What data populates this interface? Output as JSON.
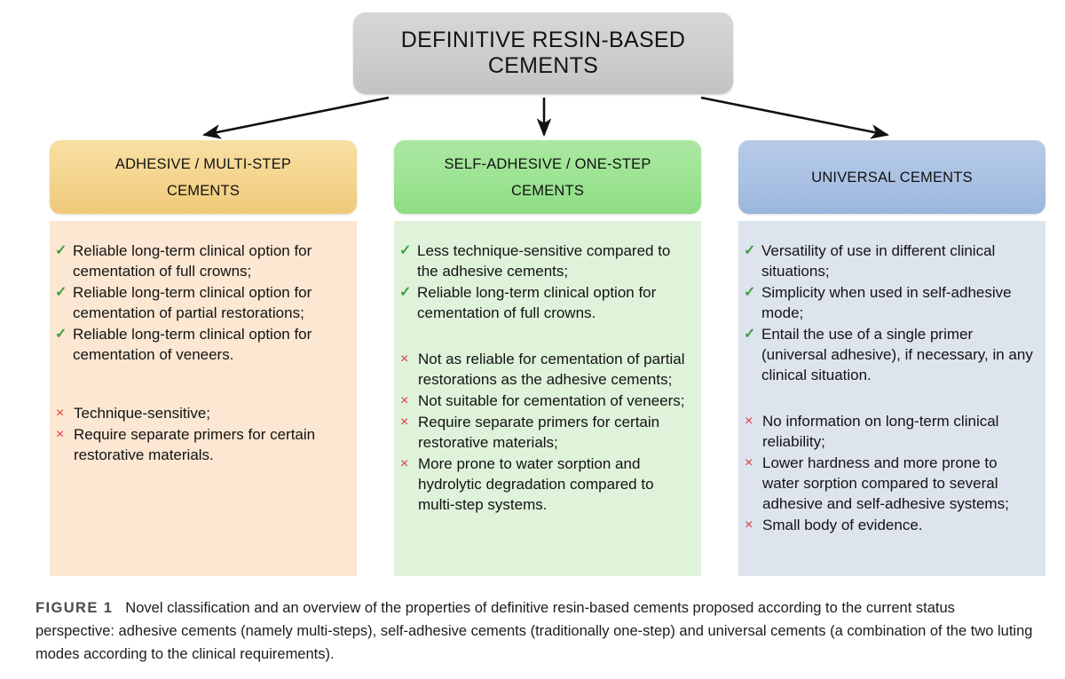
{
  "figure": {
    "title": "DEFINITIVE RESIN-BASED CEMENTS",
    "caption_label": "FIGURE 1",
    "caption_text": "Novel classification and an overview of the properties of definitive resin-based cements proposed according to the current status perspective: adhesive cements (namely multi-steps), self-adhesive cements (traditionally one-step) and universal cements (a combination of the two luting modes according to the clinical requirements)."
  },
  "marks": {
    "check": "✓",
    "cross": "×"
  },
  "colors": {
    "title_box": "#cfcfcf",
    "orange_header": "#f4d58d",
    "orange_body": "#fbe7d2",
    "green_header": "#9ce392",
    "green_body": "#dff3da",
    "blue_header": "#aac1e3",
    "blue_body": "#dde4ee",
    "check_green": "#3f9e42",
    "cross_red": "#e03a3a",
    "arrow": "#111111"
  },
  "columns": [
    {
      "id": "adhesive-multi-step-cements",
      "header": "ADHESIVE / MULTI-STEP\nCEMENTS",
      "pros": [
        "Reliable long-term clinical option for cementation of full crowns;",
        "Reliable long-term clinical option for cementation of partial restorations;",
        "Reliable long-term clinical option for cementation of veneers."
      ],
      "cons": [
        "Technique-sensitive;",
        "Require separate primers for certain restorative materials."
      ]
    },
    {
      "id": "self-adhesive-one-step-cements",
      "header": "SELF-ADHESIVE / ONE-STEP\nCEMENTS",
      "pros": [
        "Less technique-sensitive compared to the adhesive cements;",
        "Reliable long-term clinical option for cementation of full crowns."
      ],
      "cons": [
        "Not as reliable for cementation of partial restorations as the adhesive cements;",
        "Not suitable for cementation of veneers;",
        "Require separate primers for certain restorative materials;",
        "More prone to water sorption and hydrolytic degradation compared to multi-step systems."
      ]
    },
    {
      "id": "universal-cements",
      "header": "UNIVERSAL CEMENTS",
      "pros": [
        "Versatility of use in different clinical situations;",
        "Simplicity when used in self-adhesive mode;",
        "Entail the use of a single primer (universal adhesive), if necessary, in any clinical situation."
      ],
      "cons": [
        "No information on long-term clinical reliability;",
        "Lower hardness and more prone to water sorption compared to several adhesive and self-adhesive systems;",
        "Small body of evidence."
      ]
    }
  ]
}
